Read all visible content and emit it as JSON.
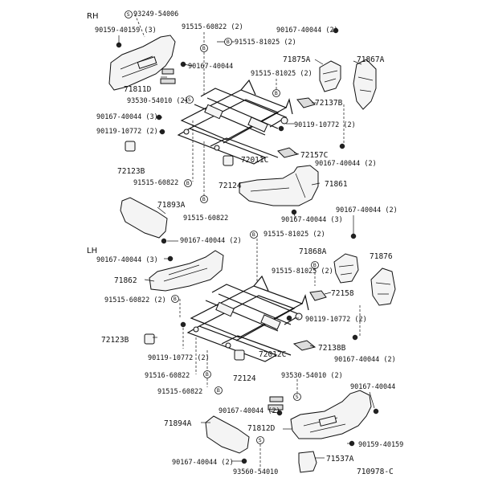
{
  "sides": {
    "rh": "RH",
    "lh": "LH"
  },
  "labels": {
    "p93249": "93249-54006",
    "p90159_rh": "90159-40159 (3)",
    "p91515_60822_a": "91515-60822 (2)",
    "p91515_81025_a": "91515-81025 (2)",
    "p90167_top": "90167-40044 (2)",
    "p90167_upper": "90167-40044",
    "p71875A": "71875A",
    "p71867A": "71867A",
    "p91515_81025_b": "91515-81025 (2)",
    "p71811D": "71811D",
    "p93530_rh": "93530-54010 (2)",
    "p72137B": "72137B",
    "p90167_3": "90167-40044 (3)",
    "p90119_rh_l": "90119-10772 (2)",
    "p90119_rh_r": "90119-10772 (2)",
    "p72157C": "72157C",
    "p72123B_rh": "72123B",
    "p72011C": "72011C",
    "p90167_mid": "90167-40044 (2)",
    "p91515_60822_b": "91515-60822",
    "p72124_rh": "72124",
    "p71861": "71861",
    "p71893A": "71893A",
    "p91515_60822_c": "91515-60822",
    "p90167_cover": "90167-40044 (3)",
    "p90167_rh_r": "90167-40044 (2)",
    "p90167_lh_top": "90167-40044 (2)",
    "p91515_81025_c": "91515-81025 (2)",
    "p90167_lh_3": "90167-40044 (3)",
    "p71868A": "71868A",
    "p71876": "71876",
    "p71862": "71862",
    "p91515_81025_d": "91515-81025 (2)",
    "p91515_60822_d": "91515-60822 (2)",
    "p72158": "72158",
    "p90119_lh_r": "90119-10772 (2)",
    "p72123B_lh": "72123B",
    "p72138B": "72138B",
    "p90119_lh_l": "90119-10772 (2)",
    "p72012C": "72012C",
    "p90167_lh_r": "90167-40044 (2)",
    "p91516_60822": "91516-60822",
    "p72124_lh": "72124",
    "p93530_lh": "93530-54010 (2)",
    "p91515_60822_e": "91515-60822",
    "p90167_lh_right": "90167-40044",
    "p90167_lh_2": "90167-40044 (2)",
    "p71894A": "71894A",
    "p71812D": "71812D",
    "p90159_lh": "90159-40159",
    "p90167_bottom": "90167-40044 (2)",
    "p93560": "93560-54010",
    "p71537A": "71537A",
    "p710978C": "710978-C"
  },
  "markers": {
    "s": "S",
    "b": "B"
  }
}
